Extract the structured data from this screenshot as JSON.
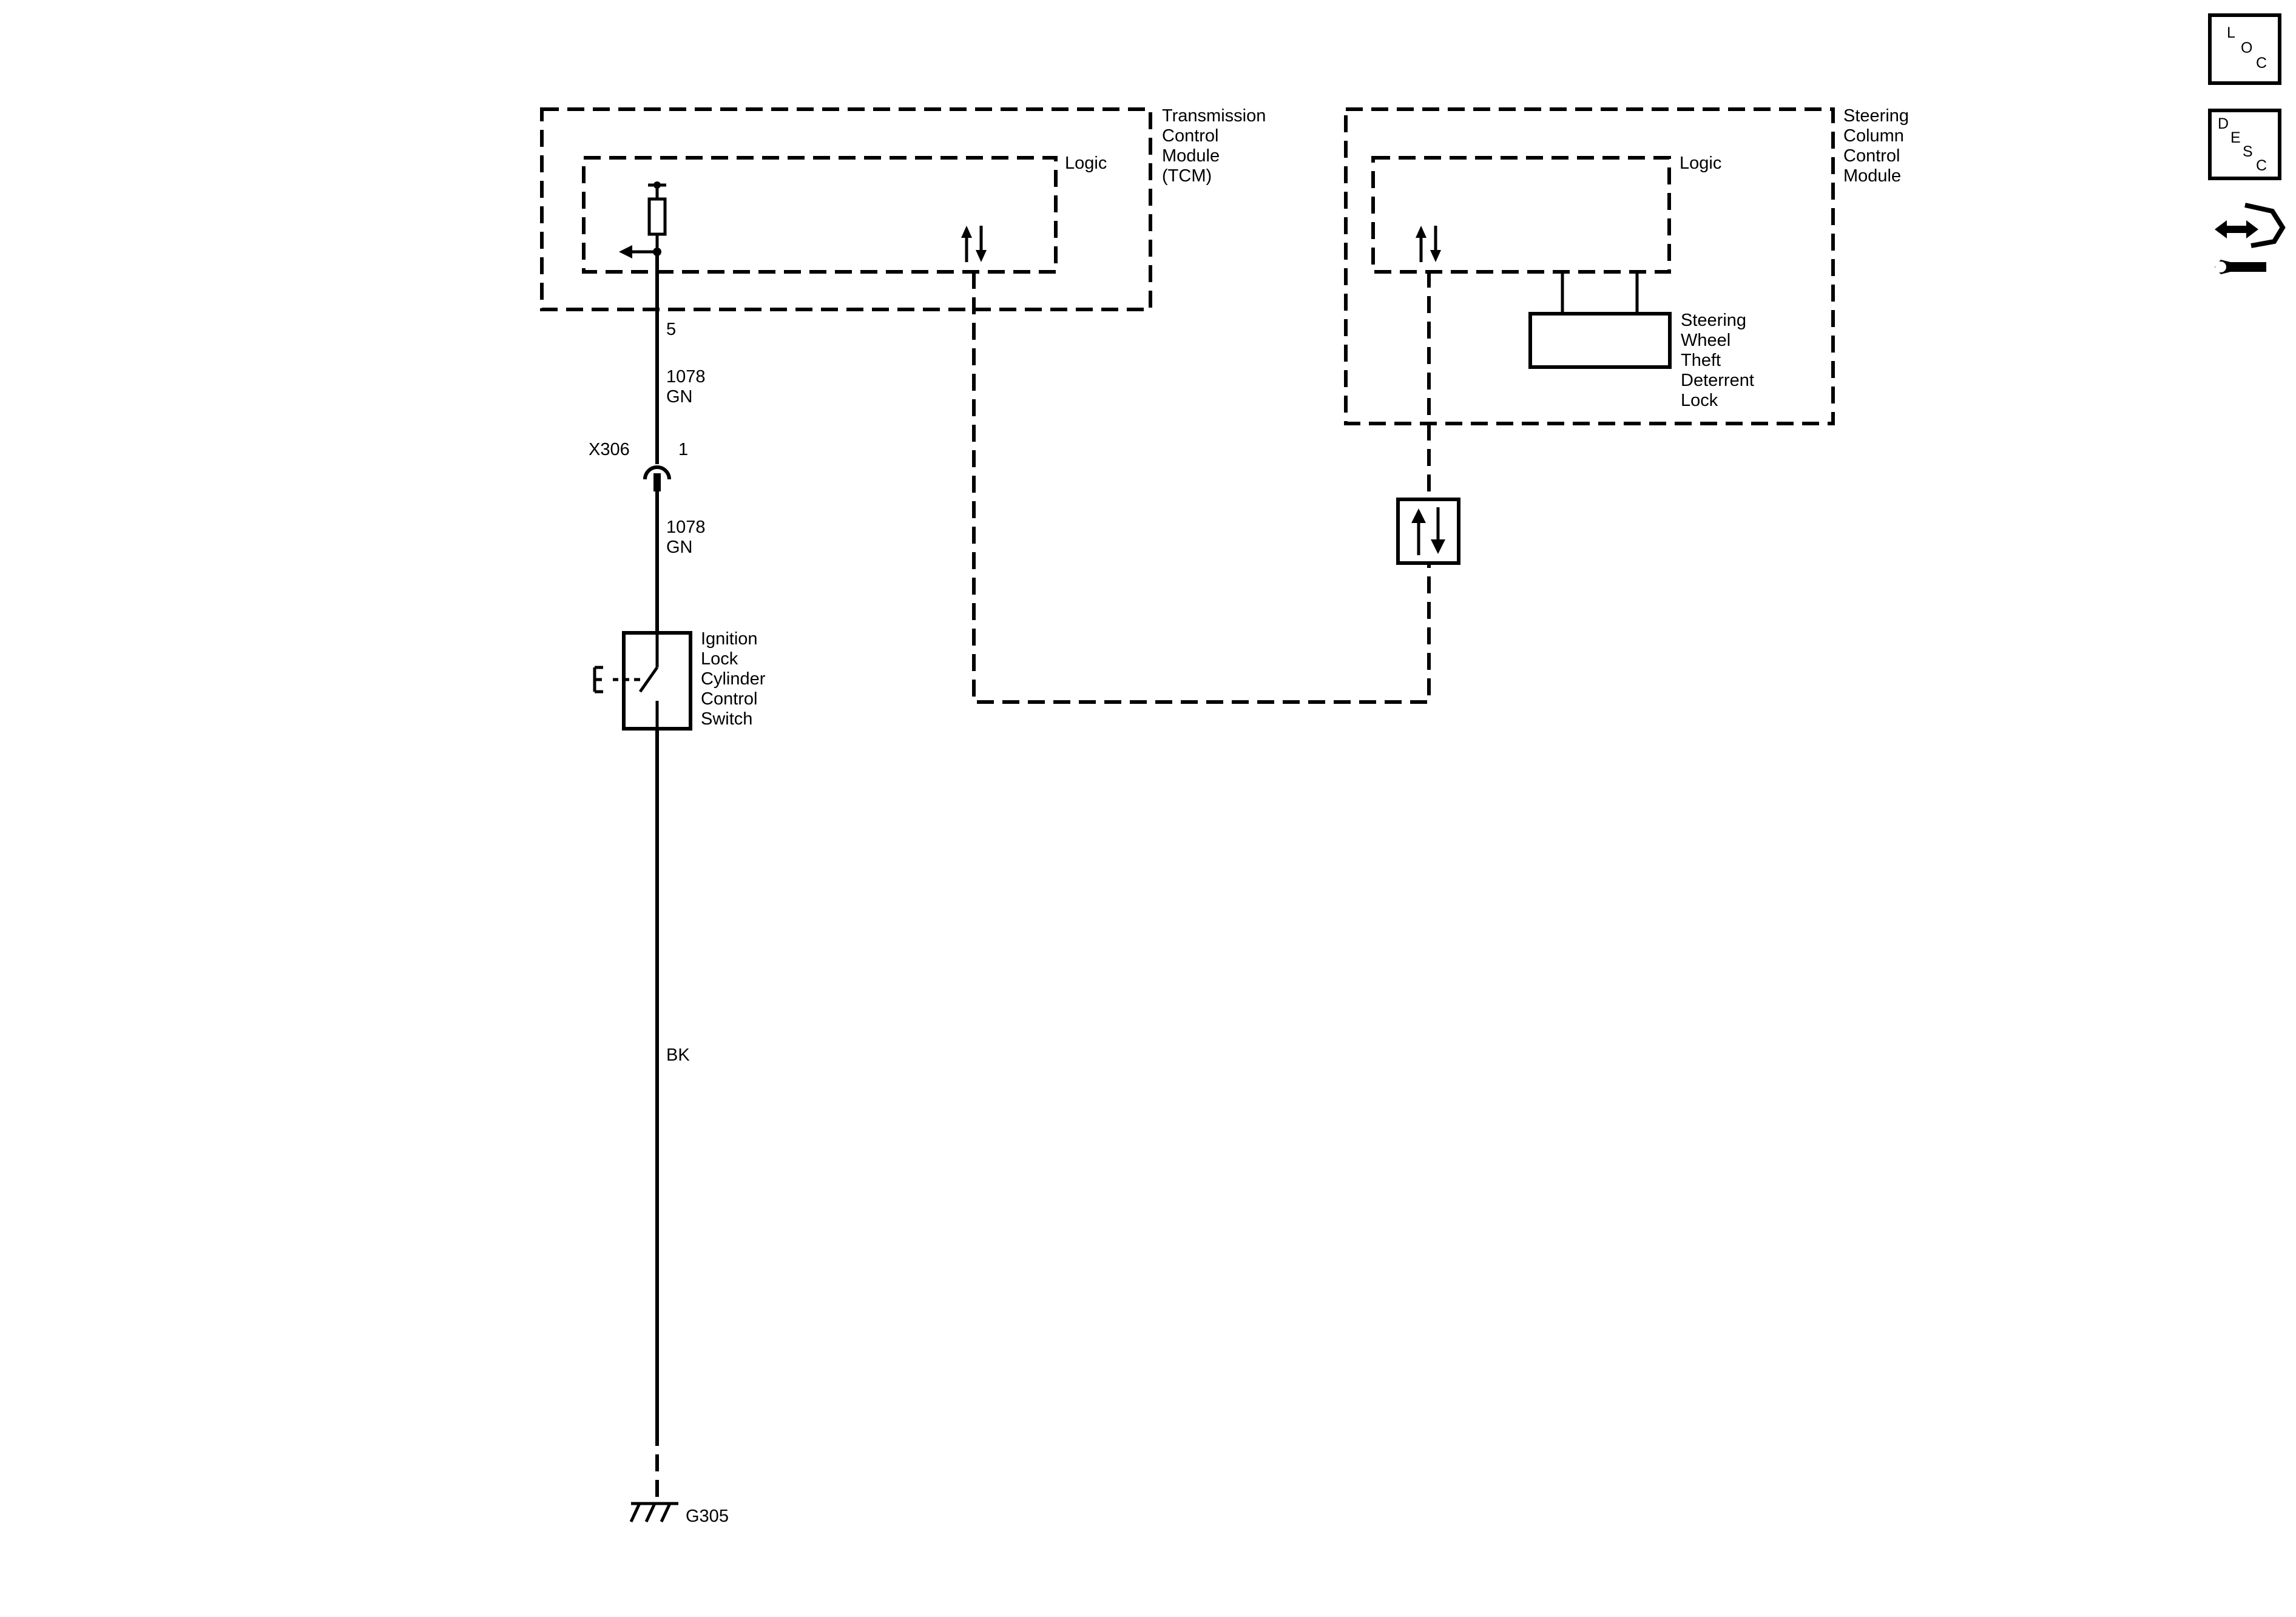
{
  "modules": {
    "tcm": {
      "title_lines": [
        "Transmission",
        "Control",
        "Module",
        "(TCM)"
      ],
      "logic_label": "Logic",
      "pin": "5"
    },
    "sccm": {
      "title_lines": [
        "Steering",
        "Column",
        "Control",
        "Module"
      ],
      "logic_label": "Logic",
      "component_lines": [
        "Steering",
        "Wheel",
        "Theft",
        "Deterrent",
        "Lock"
      ]
    }
  },
  "circuit": {
    "upper_wire": {
      "circuit": "1078",
      "color": "GN"
    },
    "connector": {
      "name": "X306",
      "pin": "1"
    },
    "lower_wire": {
      "circuit": "1078",
      "color": "GN"
    },
    "switch_lines": [
      "Ignition",
      "Lock",
      "Cylinder",
      "Control",
      "Switch"
    ],
    "ground_wire": {
      "color": "BK"
    },
    "ground": "G305"
  },
  "side_buttons": [
    {
      "name": "loc",
      "letters": [
        "L",
        "O",
        "C"
      ]
    },
    {
      "name": "desc",
      "letters": [
        "D",
        "E",
        "S",
        "C"
      ]
    }
  ]
}
